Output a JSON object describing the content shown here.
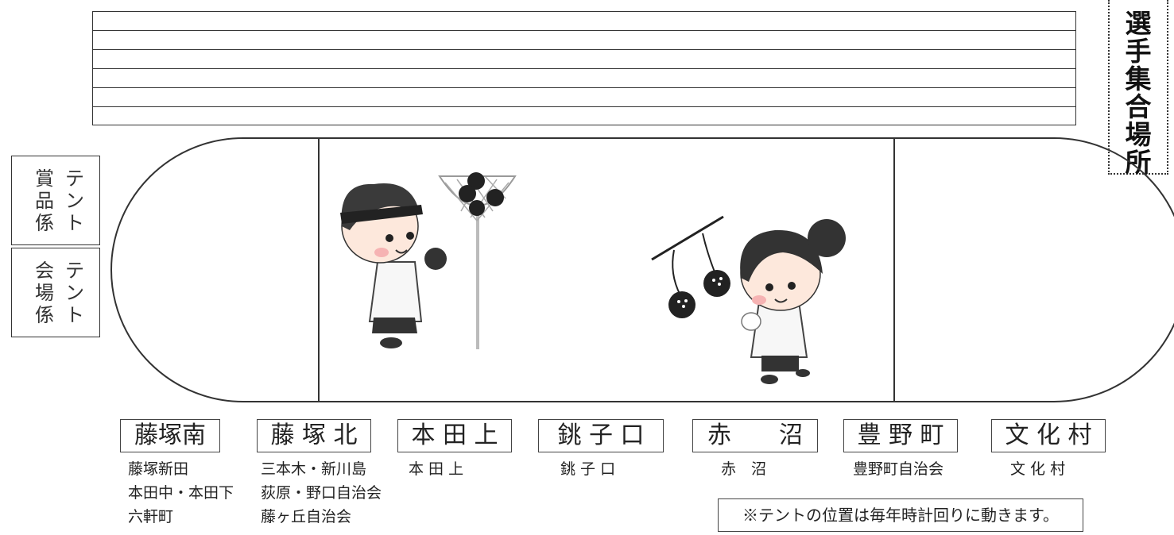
{
  "gathering_area": {
    "chars": [
      "選",
      "手",
      "集",
      "合",
      "場",
      "所"
    ]
  },
  "side_tents": [
    {
      "name": "prize-tent",
      "col1": [
        "テ",
        "ン",
        "ト"
      ],
      "col2": [
        "賞",
        "品",
        "係"
      ]
    },
    {
      "name": "venue-tent",
      "col1": [
        "テ",
        "ン",
        "ト"
      ],
      "col2": [
        "会",
        "場",
        "係"
      ]
    }
  ],
  "teams": [
    {
      "label": "藤塚南",
      "members": [
        "藤塚新田",
        "本田中・本田下",
        "六軒町"
      ]
    },
    {
      "label": "藤 塚 北",
      "members": [
        "三本木・新川島",
        "荻原・野口自治会",
        "藤ヶ丘自治会"
      ]
    },
    {
      "label": "本 田 上",
      "members": [
        "本 田 上"
      ]
    },
    {
      "label": "銚 子 口",
      "members": [
        "銚 子 口"
      ]
    },
    {
      "label": "赤　　沼",
      "members": [
        "赤　沼"
      ]
    },
    {
      "label": "豊 野 町",
      "members": [
        "豊野町自治会"
      ]
    },
    {
      "label": "文 化 村",
      "members": [
        "文 化 村"
      ]
    }
  ],
  "note": "※テントの位置は毎年時計回りに動きます。"
}
